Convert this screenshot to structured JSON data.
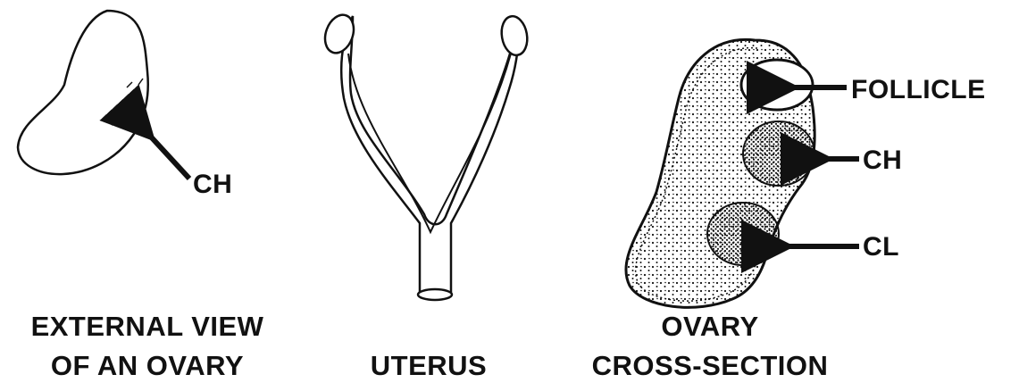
{
  "figures": {
    "external": {
      "caption_line1": "EXTERNAL VIEW",
      "caption_line2": "OF AN OVARY",
      "label_ch": "CH"
    },
    "uterus": {
      "caption": "UTERUS"
    },
    "cross_section": {
      "caption_line1": "OVARY",
      "caption_line2": "CROSS-SECTION",
      "label_follicle": "FOLLICLE",
      "label_ch": "CH",
      "label_cl": "CL"
    }
  },
  "colors": {
    "ink": "#111111",
    "paper": "#ffffff"
  }
}
